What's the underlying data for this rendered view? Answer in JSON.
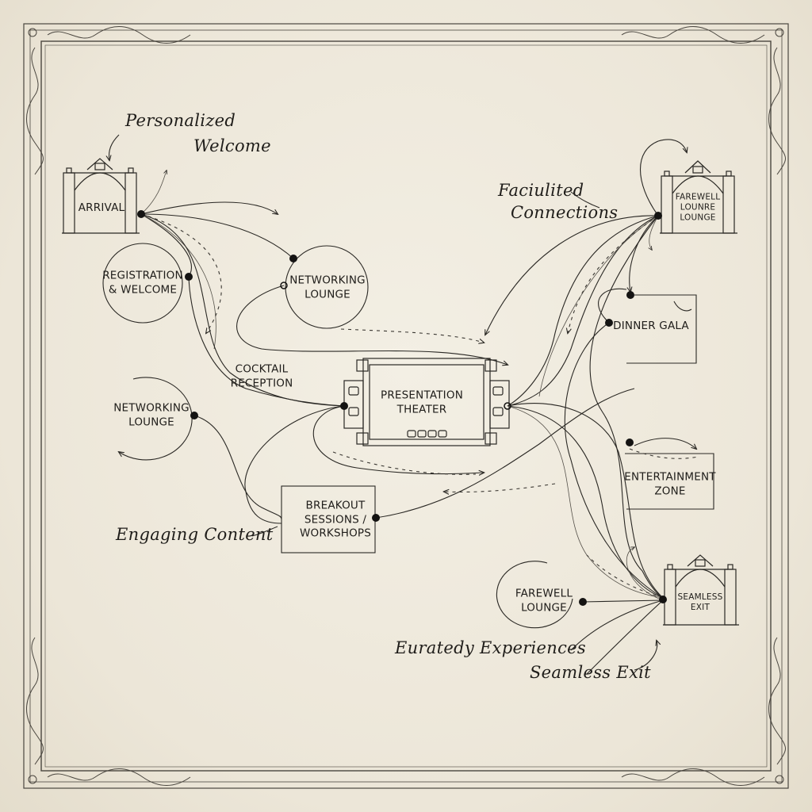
{
  "diagram": {
    "script_notes": {
      "personalized": "Personalized",
      "welcome": "Welcome",
      "facilitated": "Faciulited",
      "connections": "Connections",
      "engaging_content": "Engaging Content",
      "curated_experiences": "Euratedy Experiences",
      "seamless_exit_note": "Seamless Exit"
    },
    "nodes": {
      "arrival": {
        "label": "ARRIVAL"
      },
      "registration": {
        "line1": "REGISTRATION",
        "line2": "& WELCOME"
      },
      "networking_lounge_top": {
        "line1": "NETWORKING",
        "line2": "LOUNGE"
      },
      "cocktail_reception": {
        "line1": "COCKTAIL",
        "line2": "RECEPTION"
      },
      "networking_lounge_left": {
        "line1": "NETWORKING",
        "line2": "LOUNGE"
      },
      "presentation_theater": {
        "line1": "PRESENTATION",
        "line2": "THEATER"
      },
      "breakout": {
        "line1": "BREAKOUT",
        "line2": "SESSIONS /",
        "line3": "WORKSHOPS"
      },
      "farewell_gate_top": {
        "line1": "FAREWELL",
        "line2": "LOUNRE",
        "line3": "LOUNGE"
      },
      "dinner_gala": {
        "label": "DINNER GALA"
      },
      "entertainment_zone": {
        "line1": "ENTERTAINMENT",
        "line2": "ZONE"
      },
      "farewell_lounge": {
        "line1": "FAREWELL",
        "line2": "LOUNGE"
      },
      "seamless_exit_gate": {
        "line1": "SEAMLESS",
        "line2": "EXIT"
      }
    }
  }
}
